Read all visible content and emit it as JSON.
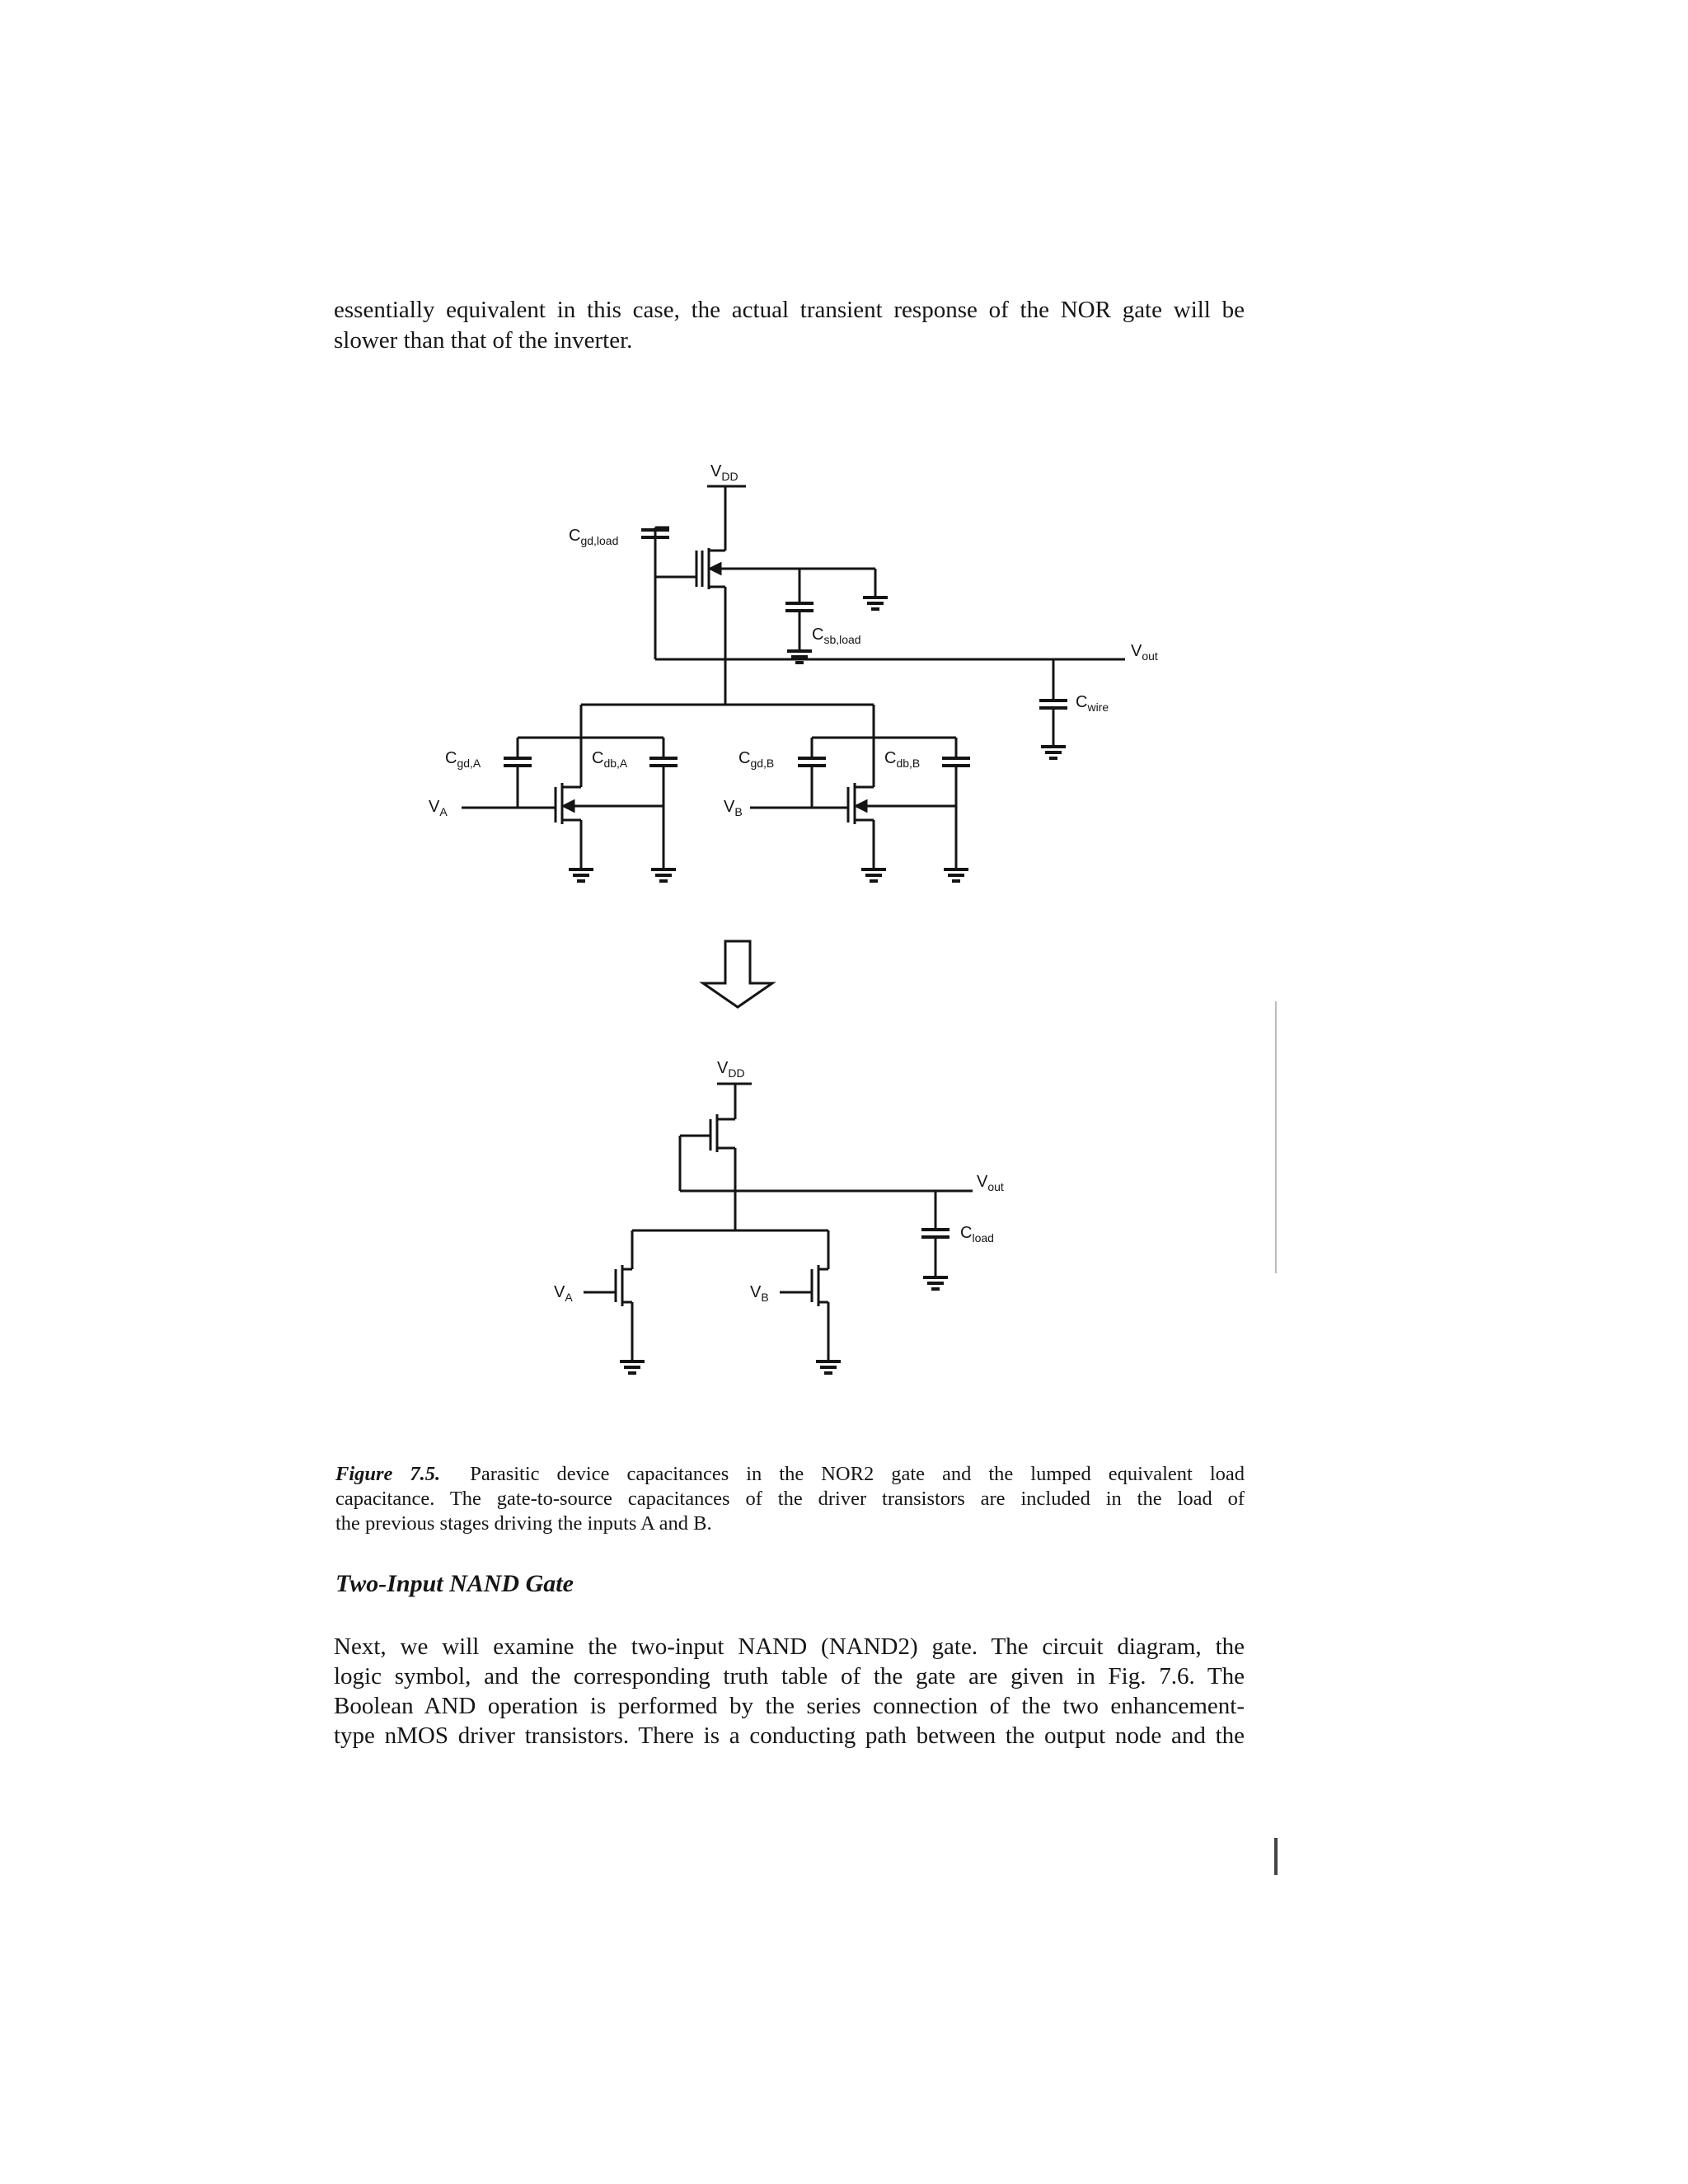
{
  "top_paragraph": {
    "lines": [
      "essentially equivalent in this case, the actual transient response of the NOR gate will be",
      "slower than that of the inverter."
    ]
  },
  "figure": {
    "upper_circuit": {
      "vdd": {
        "main": "V",
        "sub": "DD"
      },
      "cgd_load": {
        "main": "C",
        "sub": "gd,load"
      },
      "csb_load": {
        "main": "C",
        "sub": "sb,load"
      },
      "vout": {
        "main": "V",
        "sub": "out"
      },
      "cwire": {
        "main": "C",
        "sub": "wire"
      },
      "cgd_a": {
        "main": "C",
        "sub": "gd,A"
      },
      "cdb_a": {
        "main": "C",
        "sub": "db,A"
      },
      "cgd_b": {
        "main": "C",
        "sub": "gd,B"
      },
      "cdb_b": {
        "main": "C",
        "sub": "db,B"
      },
      "va": {
        "main": "V",
        "sub": "A"
      },
      "vb": {
        "main": "V",
        "sub": "B"
      }
    },
    "lower_circuit": {
      "vdd": {
        "main": "V",
        "sub": "DD"
      },
      "vout": {
        "main": "V",
        "sub": "out"
      },
      "cload": {
        "main": "C",
        "sub": "load"
      },
      "va": {
        "main": "V",
        "sub": "A"
      },
      "vb": {
        "main": "V",
        "sub": "B"
      }
    }
  },
  "caption": {
    "label": "Figure 7.5.",
    "lines": [
      "Parasitic device capacitances in the NOR2 gate and the lumped equivalent load",
      "capacitance. The gate-to-source capacitances of the driver transistors are included in the load of",
      "the previous stages driving the inputs A and B."
    ]
  },
  "section_heading": "Two-Input NAND Gate",
  "bottom_paragraph": {
    "lines": [
      "Next, we will examine the two-input NAND (NAND2) gate. The circuit diagram, the",
      "logic symbol, and the corresponding truth table of the gate are given in Fig. 7.6. The",
      "Boolean AND operation is performed by the series connection of the two enhancement-",
      "type nMOS driver transistors. There is a conducting path between the output node and the"
    ]
  }
}
